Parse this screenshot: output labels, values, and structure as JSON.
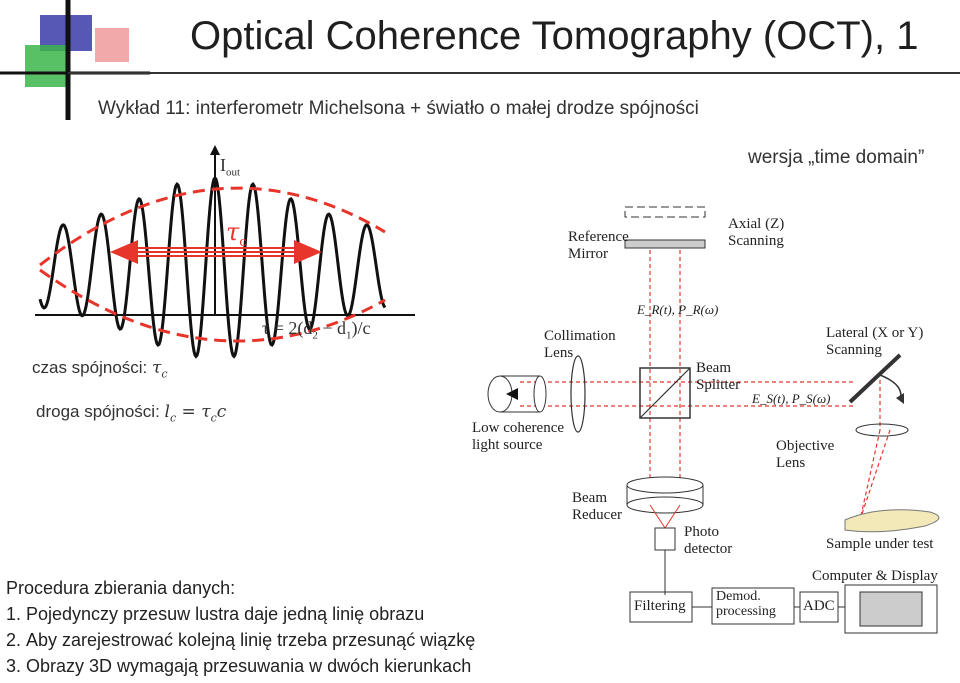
{
  "slide": {
    "title": "Optical Coherence Tomography (OCT), 1",
    "subtitle": "Wykład 11: interferometr Michelsona + światło o małej drodze spójności",
    "version_note": "wersja „time domain”"
  },
  "signal_plot": {
    "y_axis_label_main": "I",
    "y_axis_label_sub": "out",
    "tau_symbol": "τ",
    "tau_sub": "c",
    "formula_tau": "τ = 2(d",
    "formula_sub2": "2",
    "formula_mid": " − d",
    "formula_sub1": "1",
    "formula_end": ")/c"
  },
  "definitions": {
    "coherence_time_label": "czas spójności: ",
    "coherence_time_symbol": "τ",
    "coherence_time_sub": "c",
    "coherence_length_label": "droga spójności: ",
    "coherence_length_symbol": "l",
    "coherence_length_sub": "c",
    "coherence_length_eq": " = τ",
    "coherence_length_eq_sub": "c",
    "coherence_length_end": "c"
  },
  "procedure": {
    "heading": "Procedura zbierania danych:",
    "items": [
      {
        "num": "1.",
        "text": "Pojedynczy przesuw lustra daje jedną linię obrazu"
      },
      {
        "num": "2.",
        "text": "Aby zarejestrować kolejną linię trzeba przesunąć wiązkę"
      },
      {
        "num": "3.",
        "text": "Obrazy 3D wymagają przesuwania w dwóch kierunkach"
      }
    ]
  },
  "setup_diagram": {
    "reference_mirror": "Reference\nMirror",
    "axial_scanning": "Axial (Z)\nScanning",
    "reference_field": "E_R(t), P_R(ω)",
    "collimation_lens": "Collimation\nLens",
    "lateral_scanning": "Lateral (X or Y)\nScanning",
    "beam_splitter": "Beam\nSplitter",
    "sample_field": "E_S(t), P_S(ω)",
    "light_source": "Low coherence\nlight source",
    "objective_lens": "Objective\nLens",
    "beam_reducer": "Beam\nReducer",
    "photo_detector": "Photo\ndetector",
    "sample": "Sample under test",
    "computer_display": "Computer & Display",
    "filtering": "Filtering",
    "demod": "Demod.\nprocessing",
    "adc": "ADC"
  },
  "colors": {
    "accent_red": "#e8352b",
    "wave_black": "#111111",
    "logo_blue": "#3a3aa8",
    "logo_green": "#3bb54a",
    "logo_pink": "#f0a0a0"
  }
}
